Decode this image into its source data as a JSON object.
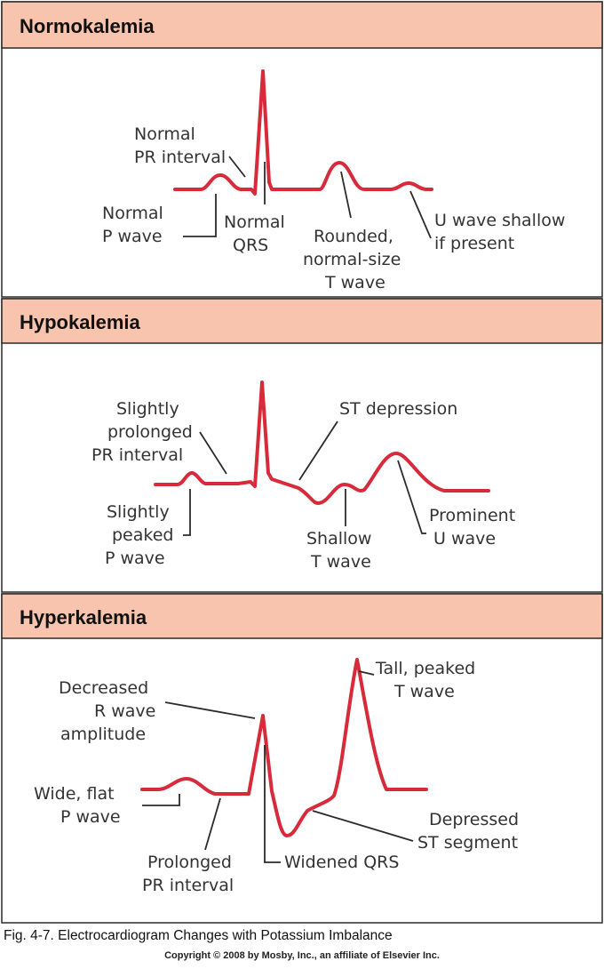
{
  "panels": {
    "normokalemia": {
      "title": "Normokalemia",
      "labels": {
        "pr_interval": [
          "Normal",
          "PR interval"
        ],
        "p_wave": [
          "Normal",
          "P wave"
        ],
        "qrs": [
          "Normal",
          "QRS"
        ],
        "t_wave": [
          "Rounded,",
          "normal-size",
          "T wave"
        ],
        "u_wave": [
          "U wave shallow",
          "if present"
        ]
      }
    },
    "hypokalemia": {
      "title": "Hypokalemia",
      "labels": {
        "pr_interval": [
          "Slightly",
          "prolonged",
          "PR interval"
        ],
        "p_wave": [
          "Slightly",
          "peaked",
          "P wave"
        ],
        "st": [
          "ST depression"
        ],
        "t_wave": [
          "Shallow",
          "T wave"
        ],
        "u_wave": [
          "Prominent",
          "U wave"
        ]
      }
    },
    "hyperkalemia": {
      "title": "Hyperkalemia",
      "labels": {
        "r_wave": [
          "Decreased",
          "R wave",
          "amplitude"
        ],
        "t_wave": [
          "Tall, peaked",
          "T wave"
        ],
        "p_wave": [
          "Wide, flat",
          "P wave"
        ],
        "pr_interval": [
          "Prolonged",
          "PR interval"
        ],
        "qrs": [
          "Widened QRS"
        ],
        "st": [
          "Depressed",
          "ST segment"
        ]
      }
    }
  },
  "caption": "Fig. 4-7. Electrocardiogram Changes with Potassium Imbalance",
  "copyright": "Copyright © 2008 by Mosby, Inc., an affiliate of Elsevier Inc.",
  "colors": {
    "trace": "#d72a3a",
    "header_band": "#f9c4ad",
    "border": "#2a2a2a"
  }
}
